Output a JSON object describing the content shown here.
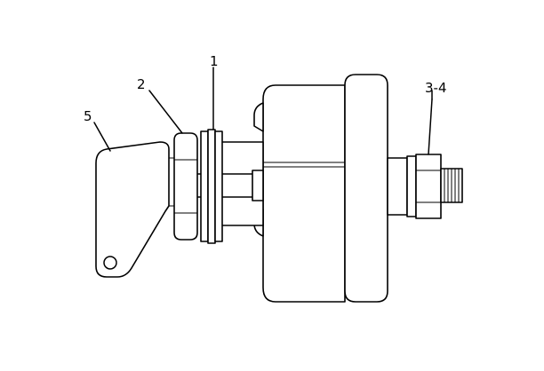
{
  "callouts": {
    "c1": "1",
    "c2": "2",
    "c34": "3-4",
    "c5": "5"
  }
}
